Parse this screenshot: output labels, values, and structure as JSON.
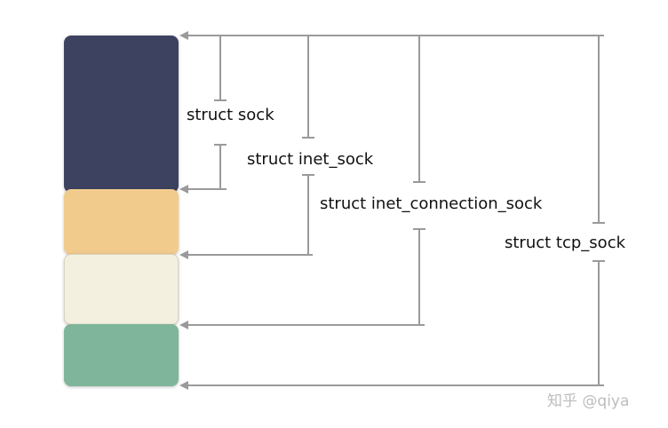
{
  "diagram": {
    "structs": [
      {
        "id": "sock",
        "label": "struct sock",
        "color": "#3d4261"
      },
      {
        "id": "inet_sock",
        "label": "struct inet_sock",
        "color": "#f1cb8c"
      },
      {
        "id": "inet_connection_sock",
        "label": "struct inet_connection_sock",
        "color": "#f3f0e0"
      },
      {
        "id": "tcp_sock",
        "label": "struct tcp_sock",
        "color": "#7fb59a"
      }
    ],
    "line_color": "#9a9a9a"
  },
  "watermark": {
    "text": "知乎 @qiya"
  }
}
